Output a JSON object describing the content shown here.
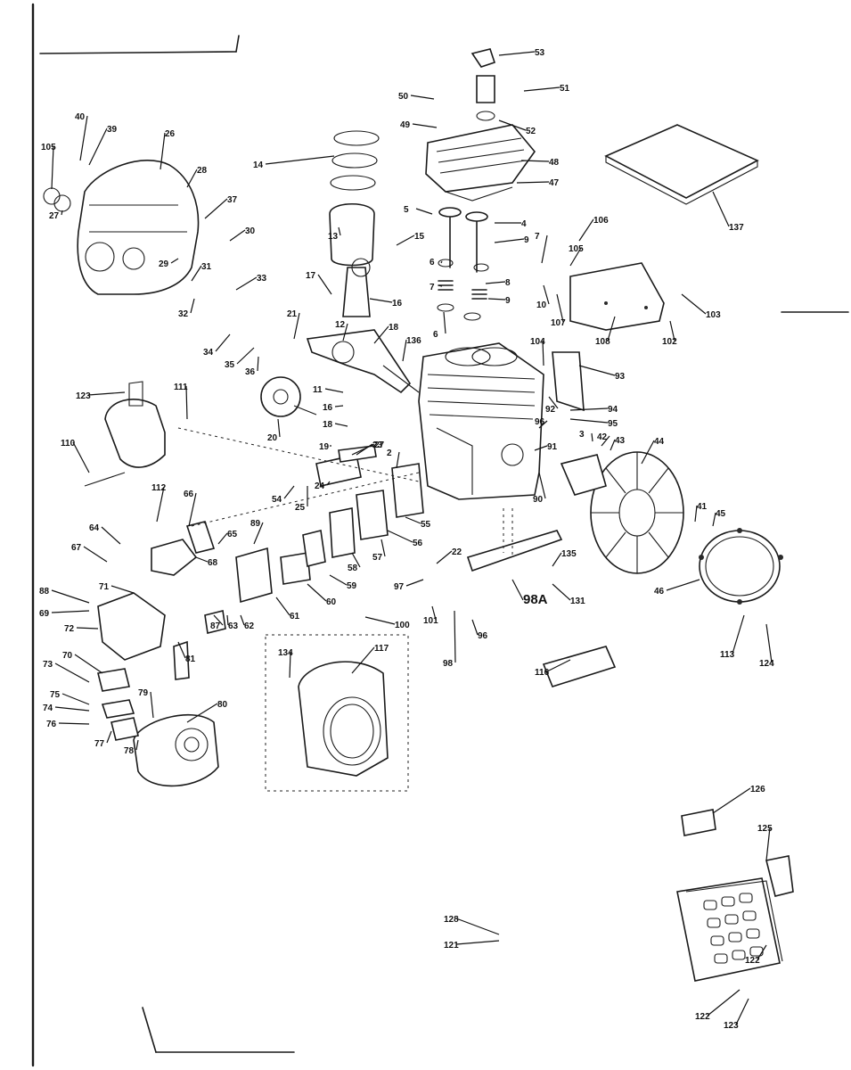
{
  "diagram": {
    "type": "exploded-parts-diagram",
    "part_labels": [
      "53",
      "51",
      "50",
      "52",
      "49",
      "48",
      "47",
      "137",
      "40",
      "39",
      "105",
      "26",
      "27",
      "28",
      "37",
      "30",
      "29",
      "31",
      "33",
      "32",
      "34",
      "35",
      "36",
      "14",
      "13",
      "15",
      "17",
      "16",
      "12",
      "21",
      "18",
      "136",
      "11",
      "16",
      "18",
      "20",
      "19",
      "27",
      "2",
      "5",
      "4",
      "9",
      "6",
      "7",
      "8",
      "9",
      "6",
      "7",
      "106",
      "105",
      "10",
      "107",
      "108",
      "102",
      "103",
      "104",
      "93",
      "92",
      "94",
      "95",
      "96",
      "91",
      "90",
      "3",
      "42",
      "43",
      "44",
      "41",
      "45",
      "46",
      "113",
      "124",
      "123",
      "111",
      "110",
      "112",
      "66",
      "64",
      "67",
      "68",
      "65",
      "89",
      "88",
      "71",
      "69",
      "72",
      "70",
      "73",
      "75",
      "74",
      "76",
      "77",
      "78",
      "79",
      "80",
      "81",
      "87",
      "63",
      "62",
      "61",
      "60",
      "59",
      "58",
      "57",
      "56",
      "55",
      "54",
      "25",
      "24",
      "23",
      "22",
      "97",
      "100",
      "101",
      "96",
      "98",
      "98A",
      "135",
      "131",
      "134",
      "117",
      "116",
      "126",
      "125",
      "128",
      "121",
      "122",
      "123",
      "122"
    ]
  }
}
